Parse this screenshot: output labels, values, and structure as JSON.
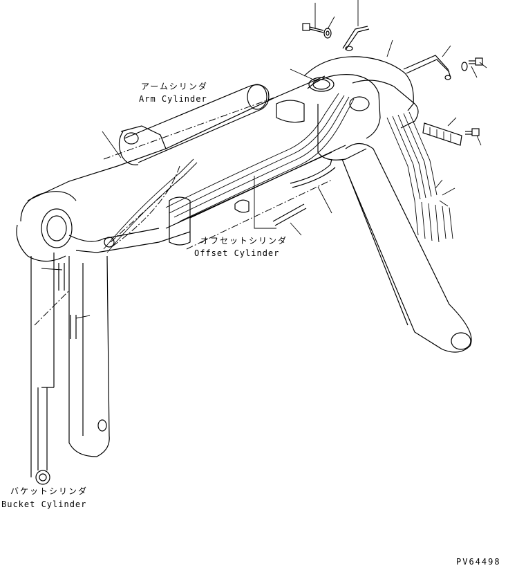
{
  "labels": {
    "arm_cylinder_jp": "アームシリンダ",
    "arm_cylinder_en": "Arm Cylinder",
    "offset_cylinder_jp": "オフセットシリンダ",
    "offset_cylinder_en": "Offset Cylinder",
    "bucket_cylinder_jp": "バケットシリンダ",
    "bucket_cylinder_en": "Bucket Cylinder",
    "drawing_code": "PV64498"
  },
  "colors": {
    "ink": "#000000",
    "paper": "#ffffff"
  }
}
